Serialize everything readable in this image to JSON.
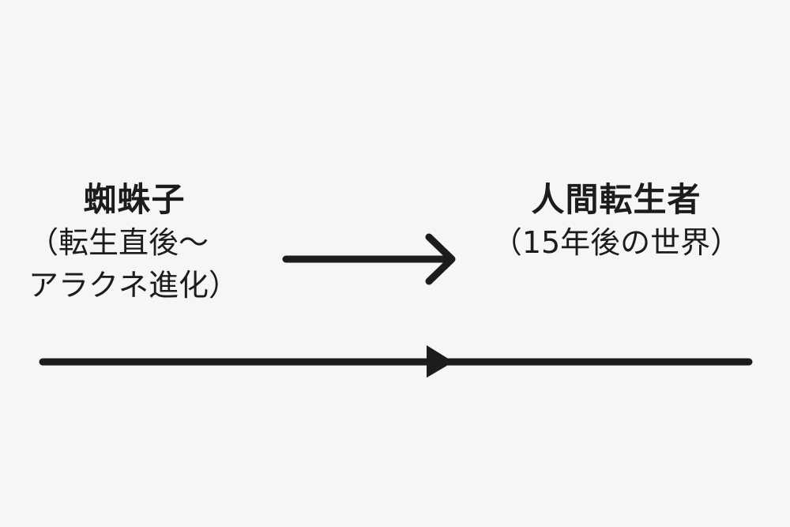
{
  "diagram": {
    "left_stage": {
      "title": "蜘蛛子",
      "detail_line1": "（転生直後〜",
      "detail_line2": "アラクネ進化）"
    },
    "right_stage": {
      "title": "人間転生者",
      "detail_line1": "（15年後の世界）"
    },
    "colors": {
      "background": "#f6f6f5",
      "ink": "#1c1c1c"
    }
  }
}
